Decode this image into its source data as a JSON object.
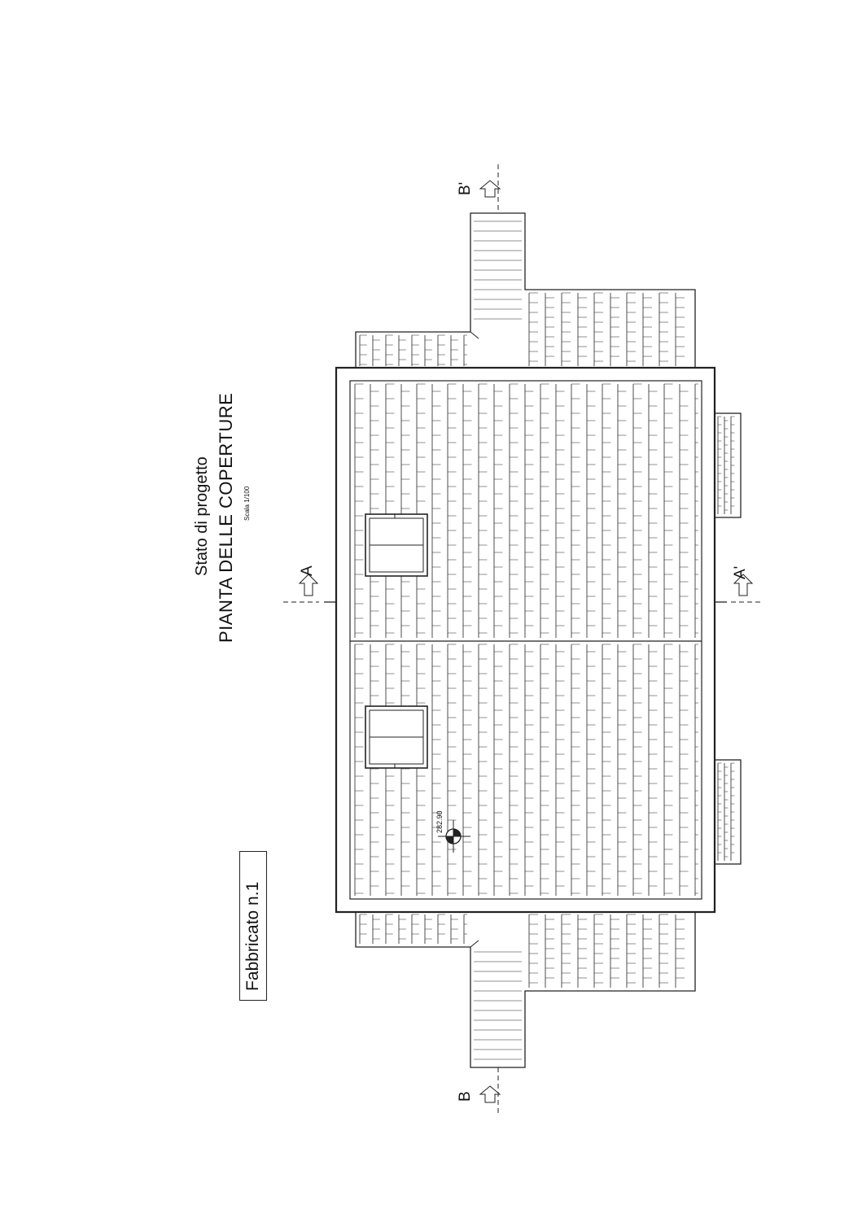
{
  "drawing": {
    "status": "Stato di progetto",
    "title": "PIANTA DELLE COPERTURE",
    "scale": "Scala 1/100",
    "building": "Fabbricato n.1",
    "elevation_mark": "282.90"
  },
  "sections": {
    "a_top": "A",
    "a_bottom": "A'",
    "b_top": "B'",
    "b_bottom": "B"
  }
}
